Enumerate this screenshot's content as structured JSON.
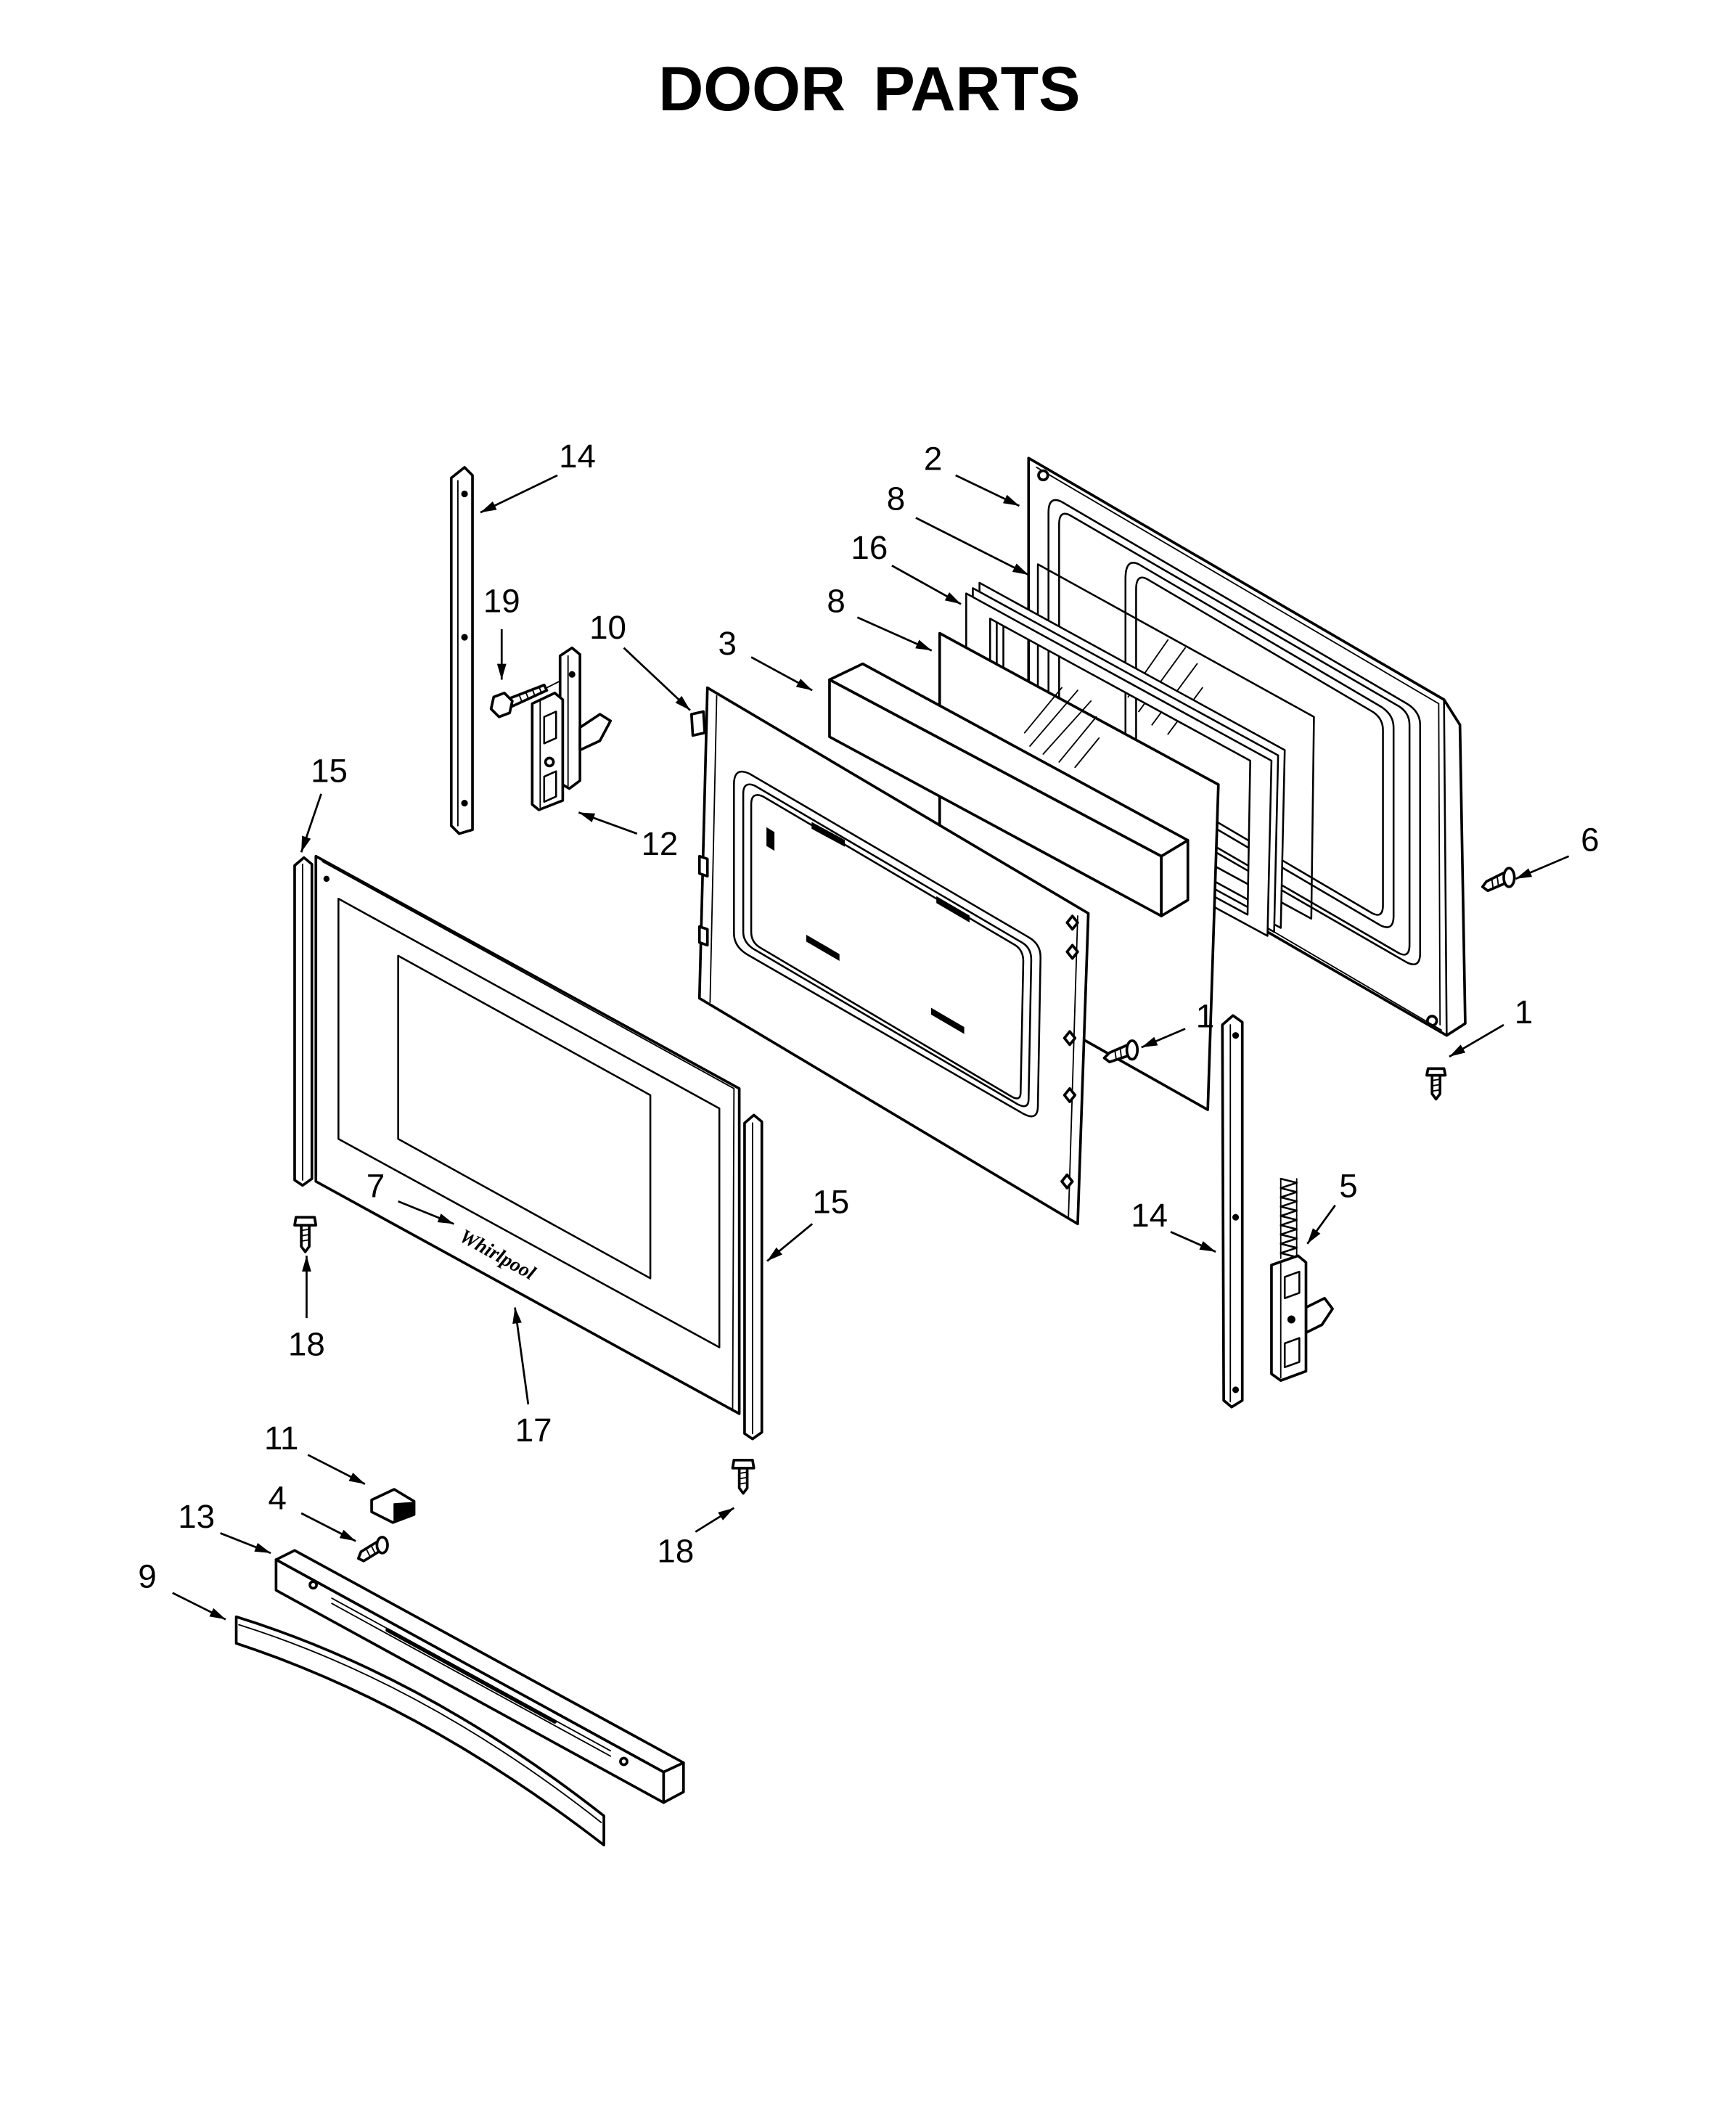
{
  "title": "DOOR PARTS",
  "logo_text": "Whirlpool",
  "callouts": [
    "14",
    "2",
    "8",
    "16",
    "19",
    "10",
    "8",
    "3",
    "15",
    "12",
    "6",
    "1",
    "1",
    "7",
    "15",
    "14",
    "5",
    "18",
    "17",
    "11",
    "4",
    "13",
    "18",
    "9"
  ],
  "colors": {
    "line": "#000000",
    "background": "#ffffff"
  }
}
